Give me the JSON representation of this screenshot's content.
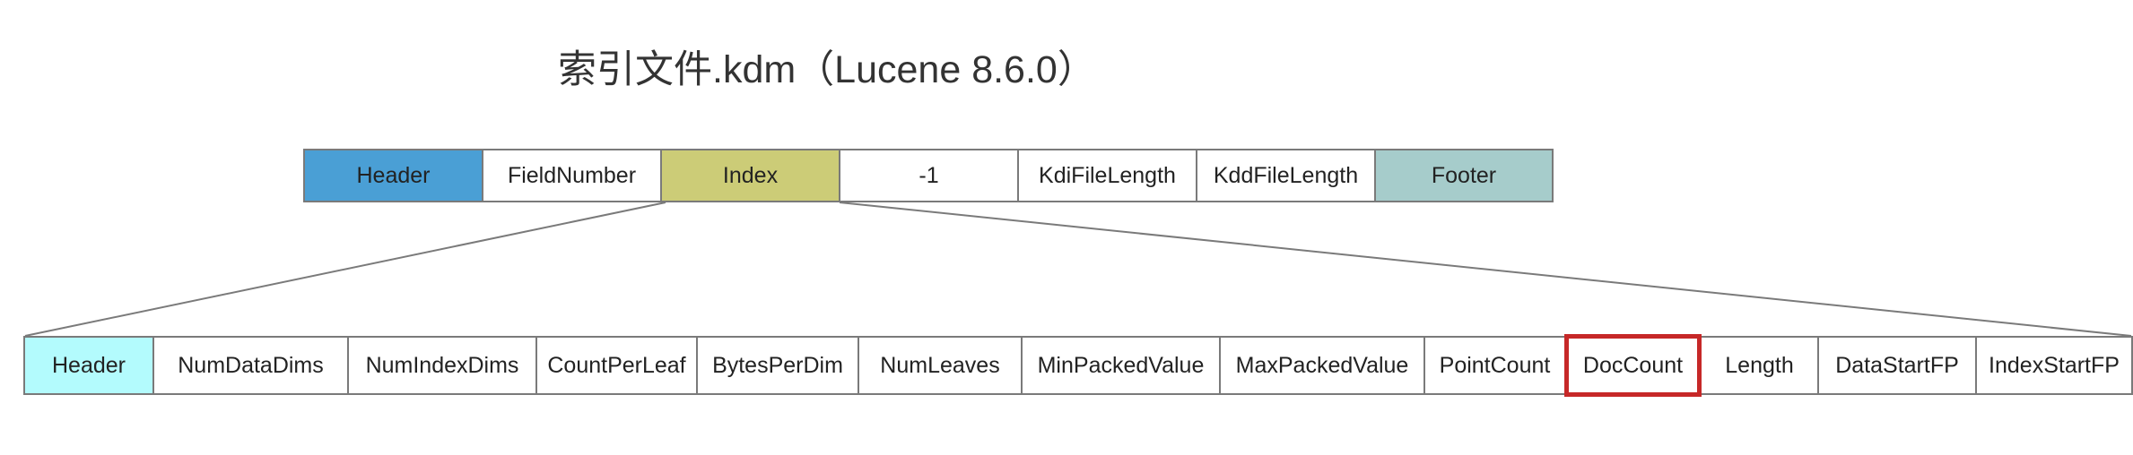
{
  "title": "索引文件.kdm（Lucene 8.6.0）",
  "colors": {
    "header_top": "#4a9fd5",
    "index": "#cccc77",
    "footer": "#a6cccb",
    "header_bottom": "#b3fbfd",
    "highlight_border": "#c62828",
    "border": "#7a7a7a"
  },
  "top_row": [
    {
      "label": "Header",
      "color": "#4a9fd5"
    },
    {
      "label": "FieldNumber",
      "color": "#ffffff"
    },
    {
      "label": "Index",
      "color": "#cccc77"
    },
    {
      "label": "-1",
      "color": "#ffffff"
    },
    {
      "label": "KdiFileLength",
      "color": "#ffffff"
    },
    {
      "label": "KddFileLength",
      "color": "#ffffff"
    },
    {
      "label": "Footer",
      "color": "#a6cccb"
    }
  ],
  "bottom_row": [
    {
      "label": "Header",
      "color": "#b3fbfd"
    },
    {
      "label": "NumDataDims",
      "color": "#ffffff"
    },
    {
      "label": "NumIndexDims",
      "color": "#ffffff"
    },
    {
      "label": "CountPerLeaf",
      "color": "#ffffff"
    },
    {
      "label": "BytesPerDim",
      "color": "#ffffff"
    },
    {
      "label": "NumLeaves",
      "color": "#ffffff"
    },
    {
      "label": "MinPackedValue",
      "color": "#ffffff"
    },
    {
      "label": "MaxPackedValue",
      "color": "#ffffff"
    },
    {
      "label": "PointCount",
      "color": "#ffffff"
    },
    {
      "label": "DocCount",
      "color": "#ffffff",
      "highlighted": true
    },
    {
      "label": "Length",
      "color": "#ffffff"
    },
    {
      "label": "DataStartFP",
      "color": "#ffffff"
    },
    {
      "label": "IndexStartFP",
      "color": "#ffffff"
    }
  ]
}
